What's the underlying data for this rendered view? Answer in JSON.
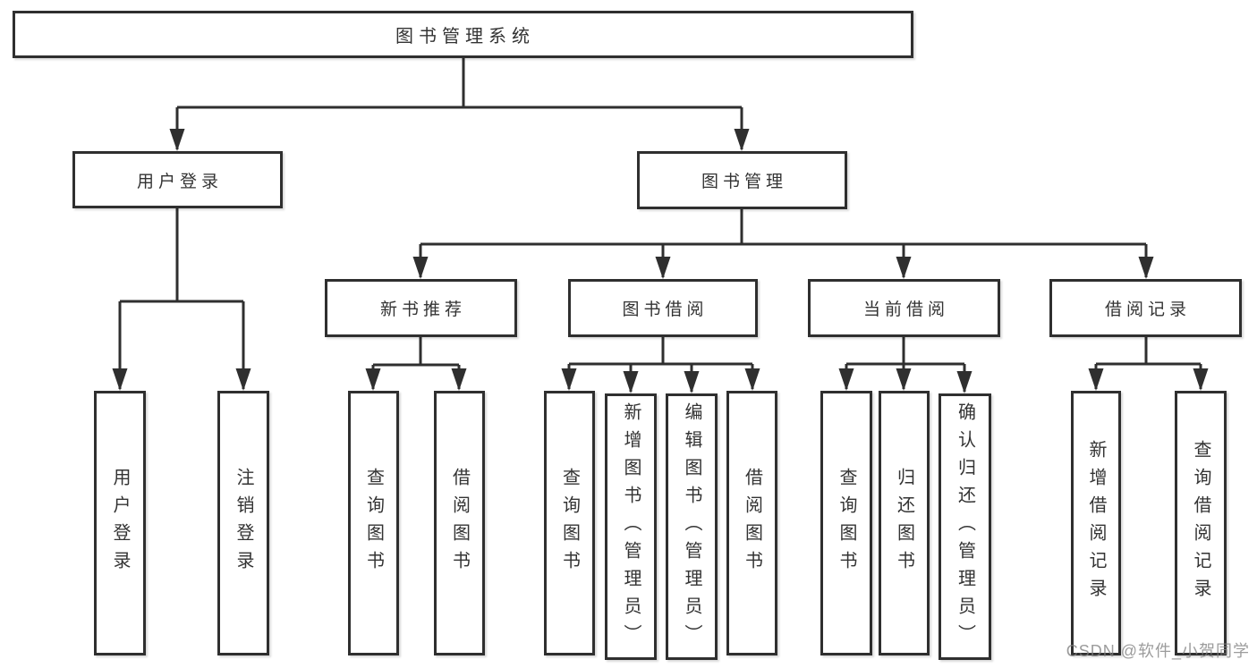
{
  "watermark": "CSDN @软件_小贺同学",
  "colors": {
    "background": "#ffffff",
    "line": "#2f2f2f",
    "box_border": "#2f2f2f",
    "text": "#333333",
    "watermark": "#808080"
  },
  "tree": {
    "label": "图书管理系统",
    "children": [
      {
        "label": "用户登录",
        "children": [
          {
            "label": "用户登录"
          },
          {
            "label": "注销登录"
          }
        ]
      },
      {
        "label": "图书管理",
        "children": [
          {
            "label": "新书推荐",
            "children": [
              {
                "label": "查询图书"
              },
              {
                "label": "借阅图书"
              }
            ]
          },
          {
            "label": "图书借阅",
            "children": [
              {
                "label": "查询图书"
              },
              {
                "label": "新增图书（管理员）"
              },
              {
                "label": "编辑图书（管理员）"
              },
              {
                "label": "借阅图书"
              }
            ]
          },
          {
            "label": "当前借阅",
            "children": [
              {
                "label": "查询图书"
              },
              {
                "label": "归还图书"
              },
              {
                "label": "确认归还（管理员）"
              }
            ]
          },
          {
            "label": "借阅记录",
            "children": [
              {
                "label": "新增借阅记录"
              },
              {
                "label": "查询借阅记录"
              }
            ]
          }
        ]
      }
    ]
  }
}
